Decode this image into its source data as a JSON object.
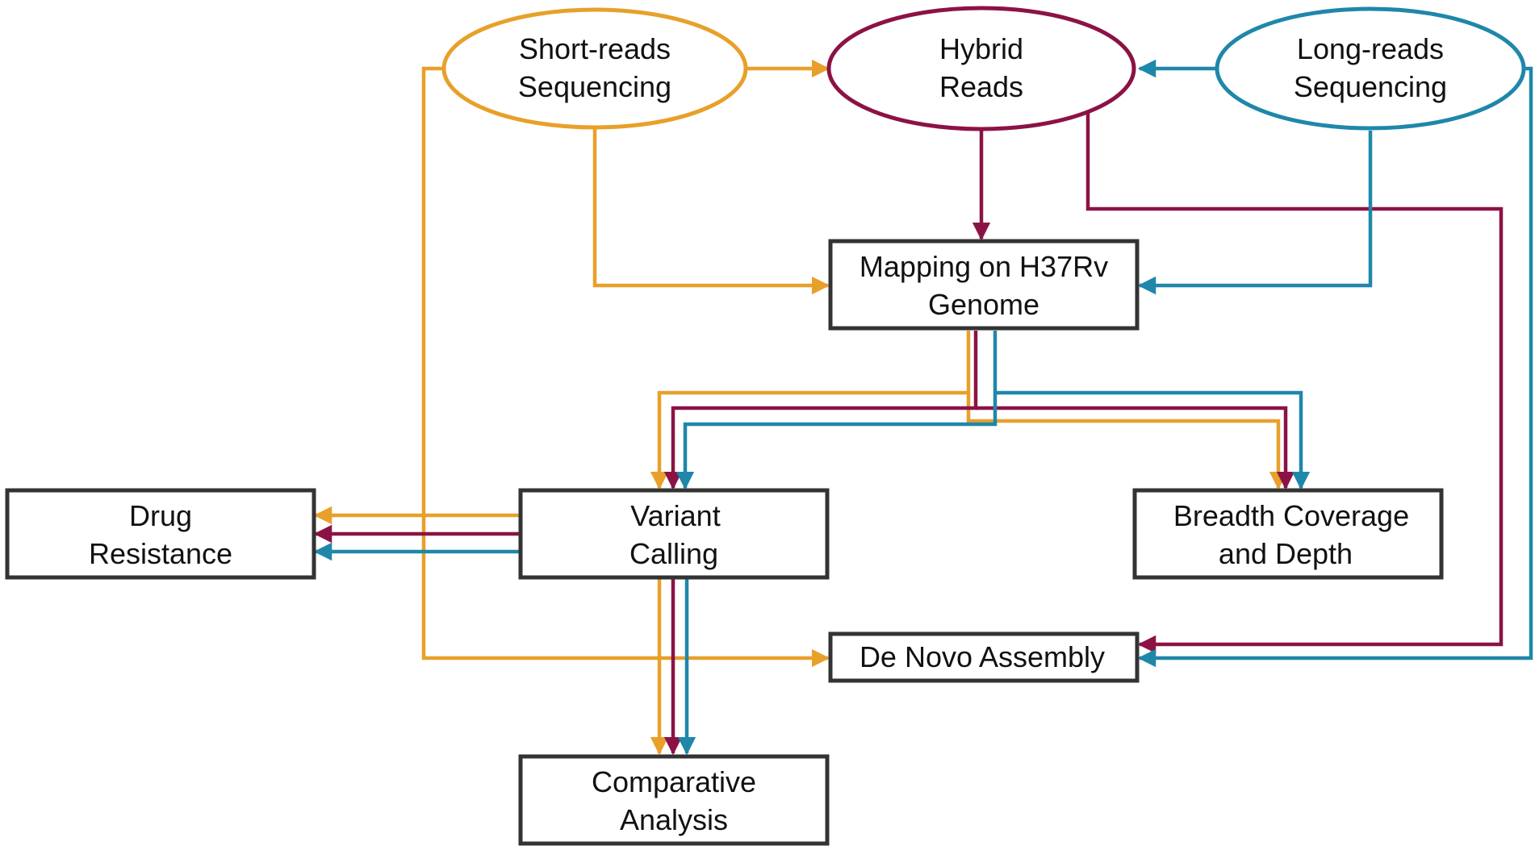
{
  "colors": {
    "short": "#E8A02A",
    "hybrid": "#8C1246",
    "long": "#1E87AA",
    "box_border": "#333333"
  },
  "nodes": {
    "short_reads": {
      "line1": "Short-reads",
      "line2": "Sequencing"
    },
    "hybrid_reads": {
      "line1": "Hybrid",
      "line2": "Reads"
    },
    "long_reads": {
      "line1": "Long-reads",
      "line2": "Sequencing"
    },
    "mapping": {
      "line1": "Mapping on H37Rv",
      "line2": "Genome"
    },
    "drug_resistance": {
      "line1": "Drug",
      "line2": "Resistance"
    },
    "variant_calling": {
      "line1": "Variant",
      "line2": "Calling"
    },
    "breadth_coverage": {
      "line1": "Breadth Coverage",
      "line2": "and Depth"
    },
    "de_novo": {
      "line1": "De Novo Assembly"
    },
    "comparative": {
      "line1": "Comparative",
      "line2": "Analysis"
    }
  }
}
